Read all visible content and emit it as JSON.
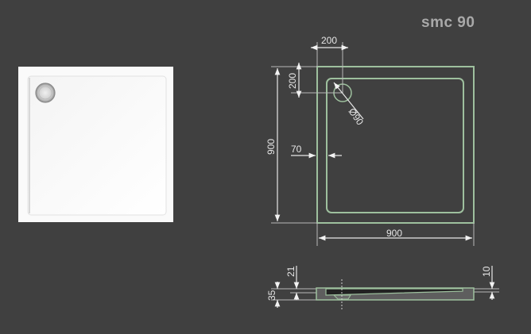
{
  "title": "smc 90",
  "product_photo": {
    "alt": "square white shower tray with round drain in top-left corner"
  },
  "plan_view": {
    "dimensions": {
      "drain_offset_x": "200",
      "drain_offset_y": "200",
      "drain_diameter": "Ø90",
      "rim_width": "70",
      "depth_total": "900",
      "width_total": "900"
    }
  },
  "section_view": {
    "dimensions": {
      "total_height": "35",
      "inner_height": "21",
      "rim_height": "10"
    }
  },
  "colors": {
    "background": "#404040",
    "outline": "#9ec09e",
    "dim_line": "#c8c8c8",
    "title": "#a9a9a9"
  }
}
